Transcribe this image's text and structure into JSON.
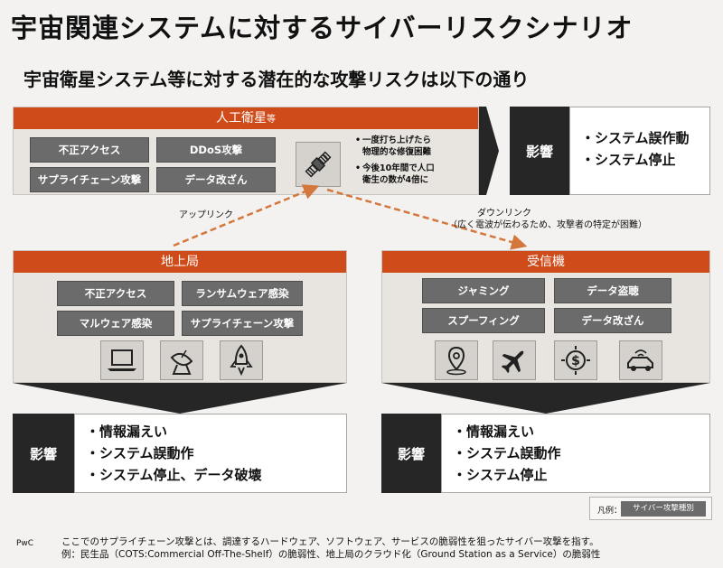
{
  "title": "宇宙関連システムに対するサイバーリスクシナリオ",
  "subtitle": "宇宙衛星システム等に対する潜在的な攻撃リスクは以下の通り",
  "satellite": {
    "heading": "人工衛星",
    "heading_suffix": "等",
    "threats": [
      "不正アクセス",
      "DDoS攻撃",
      "サプライチェーン攻撃",
      "データ改ざん"
    ],
    "icon": "satellite-icon",
    "notes": [
      [
        "一度打ち上げたら",
        "物理的な修復困難"
      ],
      [
        "今後10年間で人口",
        "衛生の数が4倍に"
      ]
    ],
    "impact_label": "影響",
    "impacts": [
      "・システム誤作動",
      "・システム停止"
    ]
  },
  "links": {
    "uplink": "アップリンク",
    "downlink_title": "ダウンリンク",
    "downlink_note": "（広く電波が伝わるため、攻撃者の特定が困難）"
  },
  "ground": {
    "heading": "地上局",
    "threats": [
      "不正アクセス",
      "ランサムウェア感染",
      "マルウェア感染",
      "サプライチェーン攻撃"
    ],
    "icons": [
      "laptop-icon",
      "satellite-dish-icon",
      "rocket-icon"
    ],
    "impact_label": "影響",
    "impacts": [
      "・情報漏えい",
      "・システム誤動作",
      "・システム停止、データ破壊"
    ]
  },
  "receiver": {
    "heading": "受信機",
    "threats": [
      "ジャミング",
      "データ盗聴",
      "スプーフィング",
      "データ改ざん"
    ],
    "icons": [
      "location-pin-icon",
      "airplane-icon",
      "dollar-icon",
      "car-icon"
    ],
    "impact_label": "影響",
    "impacts": [
      "・情報漏えい",
      "・システム誤動作",
      "・システム停止"
    ]
  },
  "legend": {
    "label": "凡例：",
    "swatch": "サイバー攻撃種別"
  },
  "source": "PwC",
  "footnote": [
    "ここでのサプライチェーン攻撃とは、調達するハードウェア、ソフトウェア、サービスの脆弱性を狙ったサイバー攻撃を指す。",
    "例：民生品（COTS:Commercial Off-The-Shelf）の脆弱性、地上局のクラウド化（Ground Station as a Service）の脆弱性"
  ],
  "colors": {
    "accent": "#d04b1a",
    "threat_box": "#6b6b6b",
    "impact_label": "#262626"
  }
}
